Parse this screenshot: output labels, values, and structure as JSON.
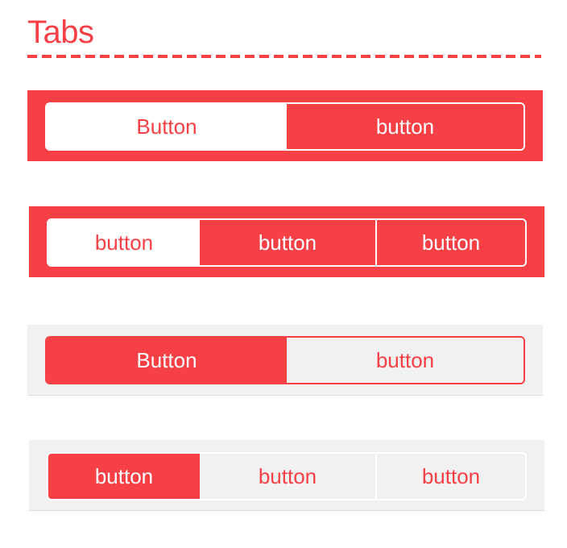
{
  "page": {
    "title": "Tabs"
  },
  "colors": {
    "accent": "#f64046",
    "panel_grey": "#f1f1f1",
    "white": "#ffffff"
  },
  "tab_groups": [
    {
      "panel_style": "red",
      "buttons": [
        {
          "label": "Button",
          "selected": false
        },
        {
          "label": "button",
          "selected": true
        }
      ]
    },
    {
      "panel_style": "red",
      "buttons": [
        {
          "label": "button",
          "selected": false
        },
        {
          "label": "button",
          "selected": true
        },
        {
          "label": "button",
          "selected": true
        }
      ]
    },
    {
      "panel_style": "grey",
      "buttons": [
        {
          "label": "Button",
          "selected": true
        },
        {
          "label": "button",
          "selected": false
        }
      ]
    },
    {
      "panel_style": "grey",
      "buttons": [
        {
          "label": "button",
          "selected": true
        },
        {
          "label": "button",
          "selected": false
        },
        {
          "label": "button",
          "selected": false
        }
      ]
    }
  ]
}
